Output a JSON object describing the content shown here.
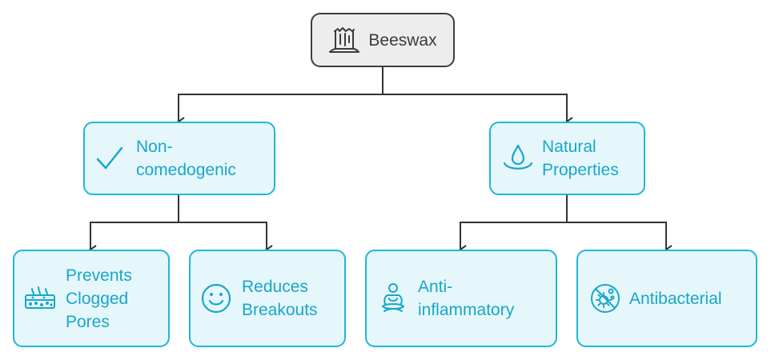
{
  "diagram": {
    "root": {
      "label": "Beeswax",
      "icon": "tree-stump-icon"
    },
    "branches": [
      {
        "label": "Non-\ncomedogenic",
        "icon": "checkmark-icon",
        "children": [
          {
            "label": "Prevents\nClogged\nPores",
            "icon": "skin-pores-icon"
          },
          {
            "label": "Reduces\nBreakouts",
            "icon": "smiley-face-icon"
          }
        ]
      },
      {
        "label": "Natural\nProperties",
        "icon": "water-drop-icon",
        "children": [
          {
            "label": "Anti-\ninflammatory",
            "icon": "meditation-icon"
          },
          {
            "label": "Antibacterial",
            "icon": "no-bacteria-icon"
          }
        ]
      }
    ]
  },
  "colors": {
    "root_fill": "#ededed",
    "root_stroke": "#3d3d3d",
    "node_fill": "#e6f7fc",
    "node_stroke": "#1eb6d8",
    "node_text": "#17a7c9",
    "connector": "#333333"
  }
}
